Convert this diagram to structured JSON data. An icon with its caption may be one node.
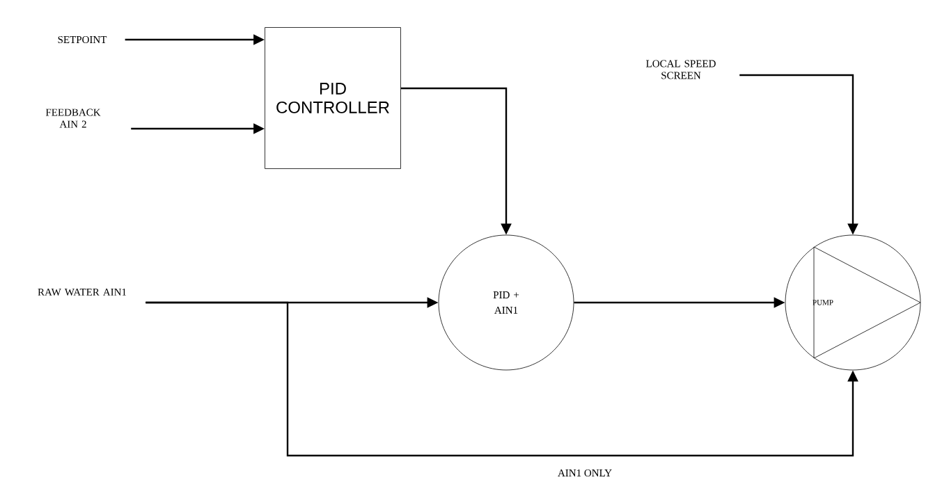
{
  "diagram": {
    "nodes": [
      {
        "text": [
          "SETPOINT"
        ]
      },
      {
        "text": [
          "FEEDBACK AIN 2"
        ]
      },
      {
        "text": [
          "PID CONTROLLER"
        ]
      },
      {
        "text": [
          "RAW WATER AIN1"
        ]
      },
      {
        "text": [
          "PID + AIN1"
        ]
      },
      {
        "text": [
          "LOCAL SPEED SCREEN"
        ]
      },
      {
        "text": [
          "PUMP"
        ]
      }
    ],
    "edges": [
      {
        "from": 0,
        "to": 2,
        "arrow": "to"
      },
      {
        "from": 1,
        "to": 2,
        "arrow": "to"
      },
      {
        "from": 2,
        "to": 4,
        "arrow": "to"
      },
      {
        "from": 3,
        "to": 4,
        "arrow": "to"
      },
      {
        "from": 4,
        "to": 6,
        "arrow": "to"
      },
      {
        "from": 5,
        "to": 6,
        "arrow": "to"
      },
      {
        "from": 3,
        "to": 6,
        "arrow": "to"
      }
    ],
    "labels": [
      "AIN1 ONLY"
    ]
  }
}
